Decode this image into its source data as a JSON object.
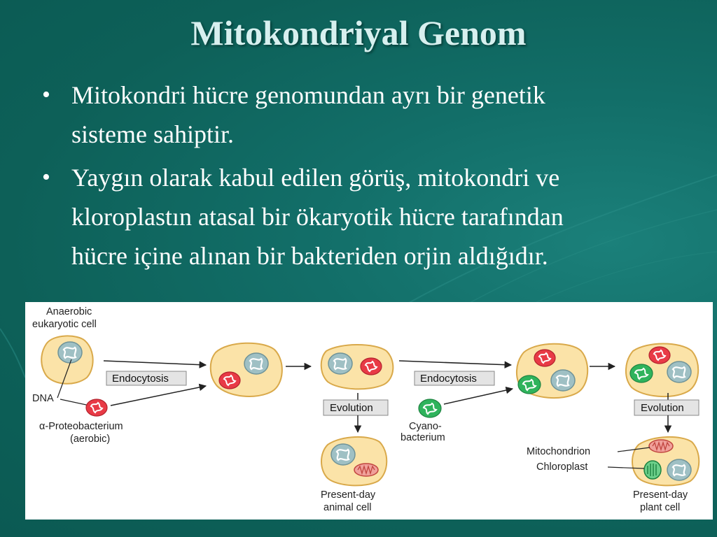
{
  "slide": {
    "title": "Mitokondriyal Genom",
    "bullets": [
      {
        "line1": "Mitokondri hücre genomundan ayrı bir genetik",
        "line2": "sisteme sahiptir."
      },
      {
        "line1": "Yaygın olarak kabul edilen görüş,  mitokondri ve",
        "line2": "kloroplastın atasal bir ökaryotik hücre tarafından",
        "line3": "hücre içine alınan bir bakteriden orjin aldığıdır."
      }
    ]
  },
  "diagram": {
    "anaerobic_l1": "Anaerobic",
    "anaerobic_l2": "eukaryotic cell",
    "dna": "DNA",
    "proteo_l1": "α-Proteobacterium",
    "proteo_l2": "(aerobic)",
    "endocytosis_1": "Endocytosis",
    "endocytosis_2": "Endocytosis",
    "evolution_1": "Evolution",
    "evolution_2": "Evolution",
    "cyano_l1": "Cyano-",
    "cyano_l2": "bacterium",
    "mitochondrion": "Mitochondrion",
    "chloroplast": "Chloroplast",
    "animal_l1": "Present-day",
    "animal_l2": "animal cell",
    "plant_l1": "Present-day",
    "plant_l2": "plant cell"
  },
  "colors": {
    "background": "#0f6a64",
    "title": "#d7f0ef",
    "cell_fill": "#fbe3a8",
    "cell_stroke": "#d9a94a",
    "nucleus": "#9fc0c4",
    "proteo": "#e83a46",
    "cyano": "#2fb35c"
  }
}
